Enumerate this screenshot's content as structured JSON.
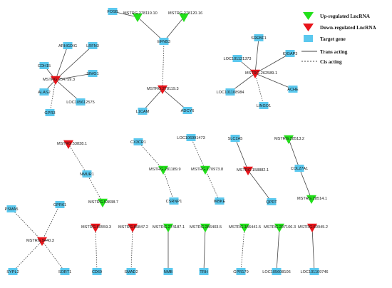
{
  "legend": {
    "up": "Up-regulated LncRNA",
    "down": "Down-regulated LncRNA",
    "target": "Target gene",
    "trans": "Trans acting",
    "cis": "Cis acting"
  },
  "colors": {
    "up": "#22e01a",
    "down": "#e8141a",
    "target": "#5bc8ee",
    "edge": "#444444"
  },
  "nodes": [
    {
      "id": "n1",
      "kind": "target",
      "label": "FOSB"
    },
    {
      "id": "n2",
      "kind": "up",
      "label": "MSTRG.278119.10"
    },
    {
      "id": "n3",
      "kind": "up",
      "label": "MSTRG.278120.16"
    },
    {
      "id": "n4",
      "kind": "target",
      "label": "EFNB3"
    },
    {
      "id": "n5",
      "kind": "down",
      "label": "MSTRG.278119.3"
    },
    {
      "id": "n6",
      "kind": "target",
      "label": "L1CAM"
    },
    {
      "id": "n7",
      "kind": "target",
      "label": "ADCY6"
    },
    {
      "id": "n8",
      "kind": "target",
      "label": "ARHGDIG"
    },
    {
      "id": "n9",
      "kind": "target",
      "label": "LRFN3"
    },
    {
      "id": "n10",
      "kind": "target",
      "label": "CDH15"
    },
    {
      "id": "n11",
      "kind": "down",
      "label": "MSTRG.254759.3"
    },
    {
      "id": "n12",
      "kind": "target",
      "label": "SIMG1"
    },
    {
      "id": "n13",
      "kind": "target",
      "label": "ALAS2"
    },
    {
      "id": "n14",
      "kind": "target",
      "label": "LOC105612575"
    },
    {
      "id": "n15",
      "kind": "target",
      "label": "GPR3"
    },
    {
      "id": "n16",
      "kind": "target",
      "label": "SREBF1"
    },
    {
      "id": "n17",
      "kind": "target",
      "label": "LOC101121373"
    },
    {
      "id": "n18",
      "kind": "target",
      "label": "IQGAP3"
    },
    {
      "id": "n19",
      "kind": "down",
      "label": "MSTRG.262589.1"
    },
    {
      "id": "n20",
      "kind": "target",
      "label": "LOC101108984"
    },
    {
      "id": "n21",
      "kind": "target",
      "label": "ACHE"
    },
    {
      "id": "n22",
      "kind": "target",
      "label": "LINGO1"
    },
    {
      "id": "n23",
      "kind": "down",
      "label": "MSTRG.53838.1"
    },
    {
      "id": "n24",
      "kind": "target",
      "label": "NMUR1"
    },
    {
      "id": "n25",
      "kind": "up",
      "label": "MSTRG.53838.7"
    },
    {
      "id": "n26",
      "kind": "target",
      "label": "CX3CR1"
    },
    {
      "id": "n27",
      "kind": "up",
      "label": "MSTRG.281189.9"
    },
    {
      "id": "n28",
      "kind": "target",
      "label": "CSRNP1"
    },
    {
      "id": "n29",
      "kind": "target",
      "label": "LOC106991473"
    },
    {
      "id": "n30",
      "kind": "up",
      "label": "MSTRG.170973.8"
    },
    {
      "id": "n31",
      "kind": "target",
      "label": "IKBKE"
    },
    {
      "id": "n32",
      "kind": "target",
      "label": "SLC2A5"
    },
    {
      "id": "n33",
      "kind": "down",
      "label": "MSTRG.158882.1"
    },
    {
      "id": "n34",
      "kind": "target",
      "label": "QPRT"
    },
    {
      "id": "n35",
      "kind": "up",
      "label": "MSTRG.28513.2"
    },
    {
      "id": "n36",
      "kind": "target",
      "label": "COL27A1"
    },
    {
      "id": "n37",
      "kind": "up",
      "label": "MSTRG.28514.1"
    },
    {
      "id": "n38",
      "kind": "target",
      "label": "PSMA5"
    },
    {
      "id": "n39",
      "kind": "target",
      "label": "GPR61"
    },
    {
      "id": "n40",
      "kind": "down",
      "label": "MSTRG.9440.3"
    },
    {
      "id": "n41",
      "kind": "target",
      "label": "SYPL2"
    },
    {
      "id": "n42",
      "kind": "target",
      "label": "SORT1"
    },
    {
      "id": "n43",
      "kind": "down",
      "label": "MSTRG.60559.3"
    },
    {
      "id": "n44",
      "kind": "target",
      "label": "CD69"
    },
    {
      "id": "n45",
      "kind": "down",
      "label": "MSTRG.89847.2"
    },
    {
      "id": "n46",
      "kind": "target",
      "label": "SMAD2"
    },
    {
      "id": "n47",
      "kind": "up",
      "label": "MSTRG.274187.1"
    },
    {
      "id": "n48",
      "kind": "target",
      "label": "NMB"
    },
    {
      "id": "n49",
      "kind": "up",
      "label": "MSTRG.286403.5"
    },
    {
      "id": "n50",
      "kind": "target",
      "label": "TRH"
    },
    {
      "id": "n51",
      "kind": "up",
      "label": "MSTRG.186441.5"
    },
    {
      "id": "n52",
      "kind": "target",
      "label": "GPR179"
    },
    {
      "id": "n53",
      "kind": "up",
      "label": "MSTRG.297106.3"
    },
    {
      "id": "n54",
      "kind": "target",
      "label": "LOC105608106"
    },
    {
      "id": "n55",
      "kind": "down",
      "label": "MSTRG.60945.2"
    },
    {
      "id": "n56",
      "kind": "target",
      "label": "LOC101109746"
    }
  ],
  "edges": [
    {
      "from": "n1",
      "to": "n2",
      "type": "trans"
    },
    {
      "from": "n2",
      "to": "n4",
      "type": "trans"
    },
    {
      "from": "n3",
      "to": "n4",
      "type": "trans"
    },
    {
      "from": "n4",
      "to": "n5",
      "type": "cis"
    },
    {
      "from": "n5",
      "to": "n6",
      "type": "trans"
    },
    {
      "from": "n5",
      "to": "n7",
      "type": "trans"
    },
    {
      "from": "n8",
      "to": "n11",
      "type": "trans"
    },
    {
      "from": "n9",
      "to": "n11",
      "type": "trans"
    },
    {
      "from": "n10",
      "to": "n11",
      "type": "trans"
    },
    {
      "from": "n12",
      "to": "n11",
      "type": "trans"
    },
    {
      "from": "n13",
      "to": "n11",
      "type": "trans"
    },
    {
      "from": "n14",
      "to": "n11",
      "type": "trans"
    },
    {
      "from": "n15",
      "to": "n11",
      "type": "cis"
    },
    {
      "from": "n16",
      "to": "n19",
      "type": "trans"
    },
    {
      "from": "n17",
      "to": "n19",
      "type": "trans"
    },
    {
      "from": "n18",
      "to": "n19",
      "type": "trans"
    },
    {
      "from": "n20",
      "to": "n19",
      "type": "trans"
    },
    {
      "from": "n21",
      "to": "n19",
      "type": "trans"
    },
    {
      "from": "n22",
      "to": "n19",
      "type": "cis"
    },
    {
      "from": "n23",
      "to": "n24",
      "type": "cis"
    },
    {
      "from": "n24",
      "to": "n25",
      "type": "cis"
    },
    {
      "from": "n26",
      "to": "n27",
      "type": "cis"
    },
    {
      "from": "n27",
      "to": "n28",
      "type": "cis"
    },
    {
      "from": "n29",
      "to": "n30",
      "type": "cis"
    },
    {
      "from": "n30",
      "to": "n31",
      "type": "cis"
    },
    {
      "from": "n32",
      "to": "n33",
      "type": "trans"
    },
    {
      "from": "n33",
      "to": "n34",
      "type": "trans"
    },
    {
      "from": "n35",
      "to": "n36",
      "type": "trans"
    },
    {
      "from": "n36",
      "to": "n37",
      "type": "trans"
    },
    {
      "from": "n38",
      "to": "n40",
      "type": "cis"
    },
    {
      "from": "n39",
      "to": "n40",
      "type": "cis"
    },
    {
      "from": "n41",
      "to": "n40",
      "type": "cis"
    },
    {
      "from": "n42",
      "to": "n40",
      "type": "cis"
    },
    {
      "from": "n43",
      "to": "n44",
      "type": "cis"
    },
    {
      "from": "n45",
      "to": "n46",
      "type": "cis"
    },
    {
      "from": "n47",
      "to": "n48",
      "type": "trans"
    },
    {
      "from": "n49",
      "to": "n50",
      "type": "trans"
    },
    {
      "from": "n51",
      "to": "n52",
      "type": "cis"
    },
    {
      "from": "n53",
      "to": "n54",
      "type": "trans"
    },
    {
      "from": "n55",
      "to": "n56",
      "type": "trans"
    }
  ]
}
